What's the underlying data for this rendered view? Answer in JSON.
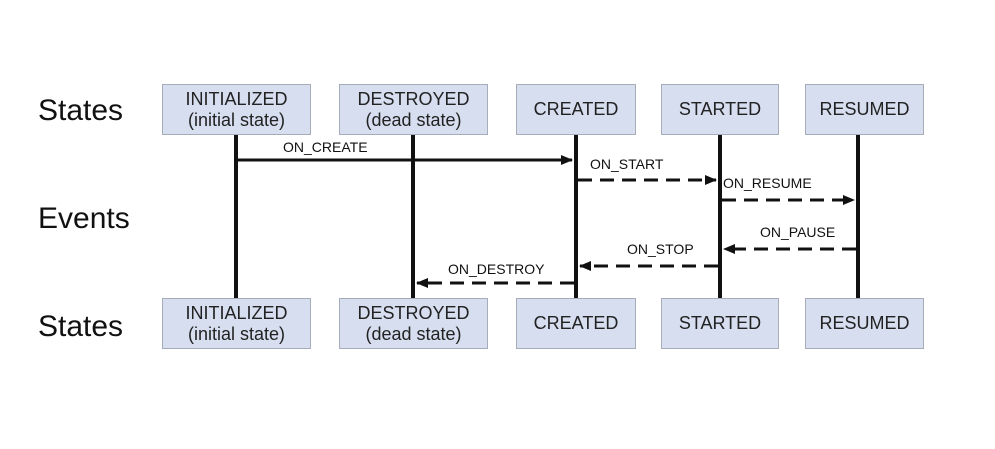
{
  "row_labels": {
    "states_top": "States",
    "events": "Events",
    "states_bottom": "States"
  },
  "states": [
    {
      "line1": "INITIALIZED",
      "line2": "(initial state)"
    },
    {
      "line1": "DESTROYED",
      "line2": "(dead state)"
    },
    {
      "line1": "CREATED",
      "line2": ""
    },
    {
      "line1": "STARTED",
      "line2": ""
    },
    {
      "line1": "RESUMED",
      "line2": ""
    }
  ],
  "events": [
    {
      "label": "ON_CREATE",
      "from": "INITIALIZED",
      "to": "CREATED",
      "style": "solid"
    },
    {
      "label": "ON_START",
      "from": "CREATED",
      "to": "STARTED",
      "style": "dashed"
    },
    {
      "label": "ON_RESUME",
      "from": "STARTED",
      "to": "RESUMED",
      "style": "dashed"
    },
    {
      "label": "ON_PAUSE",
      "from": "RESUMED",
      "to": "STARTED",
      "style": "dashed"
    },
    {
      "label": "ON_STOP",
      "from": "STARTED",
      "to": "CREATED",
      "style": "dashed"
    },
    {
      "label": "ON_DESTROY",
      "from": "CREATED",
      "to": "DESTROYED",
      "style": "dashed"
    }
  ],
  "colors": {
    "box_fill": "#d6def0",
    "box_border": "#a7adb8",
    "line": "#111111"
  }
}
